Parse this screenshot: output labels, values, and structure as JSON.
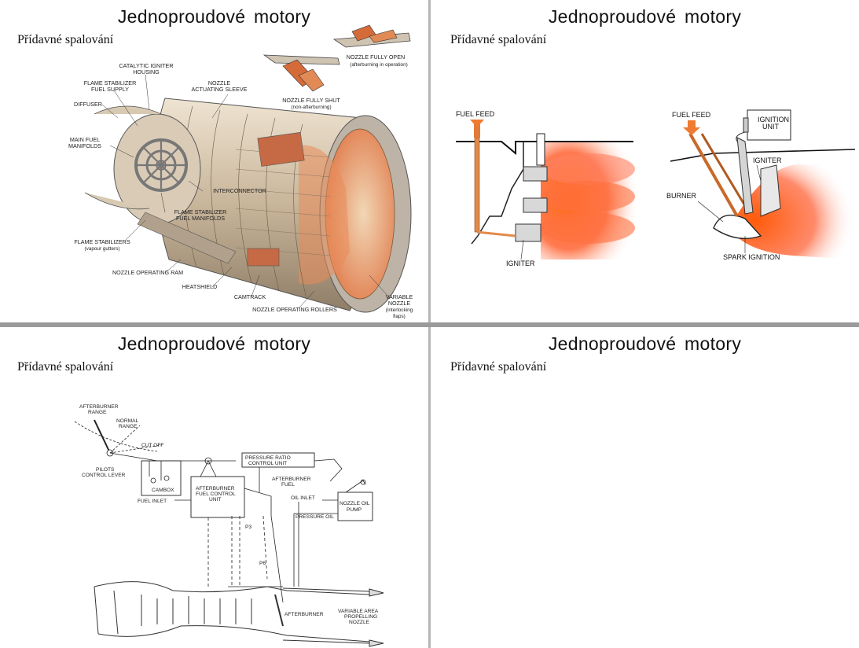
{
  "slides": [
    {
      "title": "Jednoproudové  motory",
      "subtitle": "Přídavné spalování",
      "diagram_labels": {
        "nozzle_open": "NOZZLE FULLY OPEN",
        "nozzle_open_note": "(afterburning in operation)",
        "nozzle_shut": "NOZZLE FULLY SHUT",
        "nozzle_shut_note": "(non-afterburning)",
        "catalytic_1": "CATALYTIC IGNITER",
        "catalytic_2": "HOUSING",
        "flame_supply_1": "FLAME STABILIZER",
        "flame_supply_2": "FUEL SUPPLY",
        "nozzle_sleeve_1": "NOZZLE",
        "nozzle_sleeve_2": "ACTUATING SLEEVE",
        "diffuser": "DIFFUSER",
        "main_fuel_1": "MAIN FUEL",
        "main_fuel_2": "MANIFOLDS",
        "interconnector": "INTERCONNECTOR",
        "fs_manifolds_1": "FLAME STABILIZER",
        "fs_manifolds_2": "FUEL MANIFOLDS",
        "flame_stab_1": "FLAME STABILIZERS",
        "flame_stab_2": "(vapour gutters)",
        "nozzle_ram": "NOZZLE OPERATING RAM",
        "heatshield": "HEATSHIELD",
        "camtrack": "CAMTRACK",
        "rollers": "NOZZLE OPERATING ROLLERS",
        "variable_1": "VARIABLE",
        "variable_2": "NOZZLE",
        "variable_3": "(interlocking",
        "variable_4": "flaps)"
      }
    },
    {
      "title": "Jednoproudové  motory",
      "subtitle": "Přídavné spalování",
      "diagram_labels": {
        "fuel_feed_left": "FUEL FEED",
        "igniter_left": "IGNITER",
        "fuel_feed_right": "FUEL FEED",
        "ignition_unit_1": "IGNITION",
        "ignition_unit_2": "UNIT",
        "igniter_right": "IGNITER",
        "burner": "BURNER",
        "spark": "SPARK IGNITION"
      }
    },
    {
      "title": "Jednoproudové  motory",
      "subtitle": "Přídavné spalování",
      "diagram_labels": {
        "ab_range_1": "AFTERBURNER",
        "ab_range_2": "RANGE",
        "normal_1": "NORMAL",
        "normal_2": "RANGE",
        "cutoff": "CUT OFF",
        "pilots_1": "PILOTS",
        "pilots_2": "CONTROL LEVER",
        "cambox": "CAMBOX",
        "fcu_1": "AFTERBURNER",
        "fcu_2": "FUEL CONTROL",
        "fcu_3": "UNIT",
        "fuel_inlet": "FUEL INLET",
        "pr_1": "PRESSURE RATIO",
        "pr_2": "CONTROL UNIT",
        "ab_fuel_1": "AFTERBURNER",
        "ab_fuel_2": "FUEL",
        "oil_inlet": "OIL INLET",
        "oil_pump_1": "NOZZLE OIL",
        "oil_pump_2": "PUMP",
        "pressure_oil": "PRESSURE OIL",
        "p3": "P3",
        "p6": "P6",
        "afterburner": "AFTERBURNER",
        "van_1": "VARIABLE AREA",
        "van_2": "PROPELLING",
        "van_3": "NOZZLE"
      }
    },
    {
      "title": "Jednoproudové  motory",
      "subtitle": "Přídavné spalování"
    }
  ],
  "colors": {
    "flame": "#ff5a1e",
    "engine_metal": "#c9b49a",
    "divider": "#9a9a9a"
  }
}
